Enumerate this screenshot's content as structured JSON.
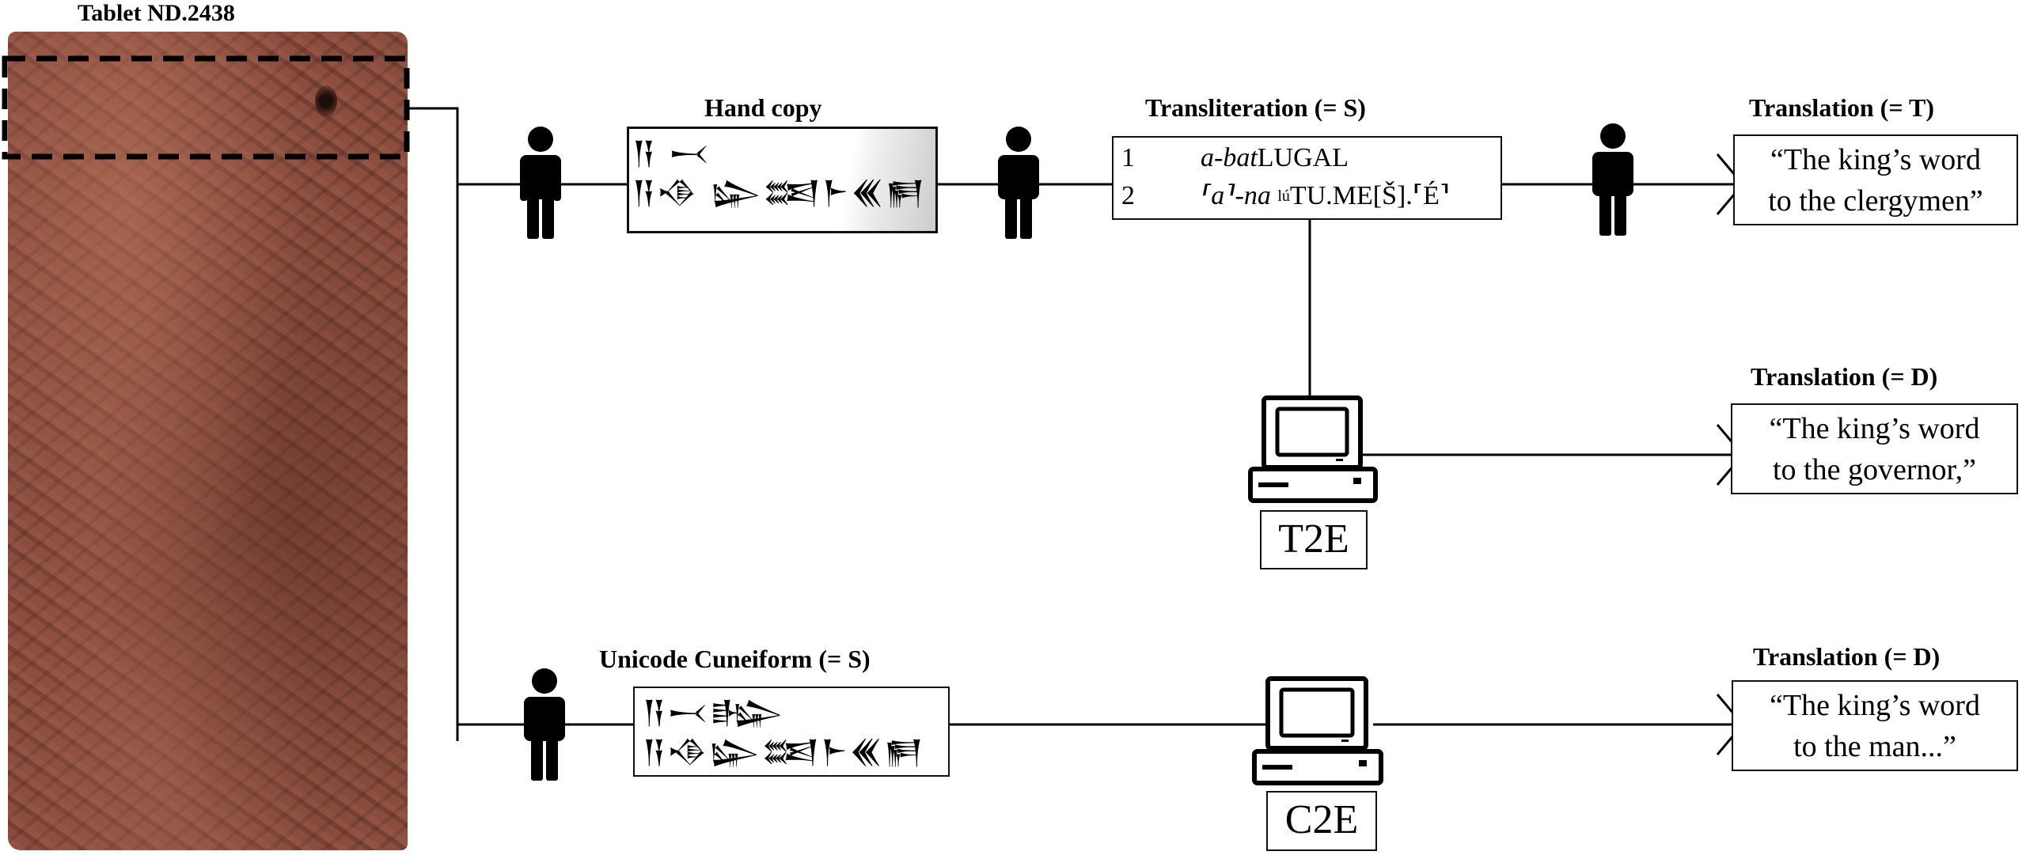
{
  "tablet": {
    "title": "Tablet ND.2438"
  },
  "hand_copy": {
    "title": "Hand copy",
    "lines": [
      "𒀀 𒁁",
      "𒀀𒈾 𒇽𒌅𒈨𒌍𒂍"
    ]
  },
  "transliteration": {
    "title": "Transliteration (= S)",
    "lines": [
      {
        "num": "1",
        "italic": "a-bat",
        "rest": " LUGAL"
      },
      {
        "num": "2",
        "italic": "⸢a⸣-na",
        "sup": "lú",
        "rest": "TU.ME[Š].⸢É⸣"
      }
    ]
  },
  "translation_t": {
    "title": "Translation (= T)",
    "lines": [
      "“The king’s word",
      "to the clergymen”"
    ]
  },
  "t2e": {
    "engine": "T2E",
    "title": "Translation (= D)",
    "lines": [
      "“The king’s word",
      "to the governor,”"
    ]
  },
  "unicode_cuneiform": {
    "title": "Unicode Cuneiform (= S)",
    "lines": [
      "𒀀𒁁𒈗",
      "𒀀𒈾𒇽𒌅𒈨𒌍𒂍"
    ]
  },
  "c2e": {
    "engine": "C2E",
    "title": "Translation (= D)",
    "lines": [
      "“The king’s word",
      "to the man...”"
    ]
  },
  "icons": {
    "human": "person-icon",
    "machine": "computer-icon",
    "arrow": "arrow-right-icon"
  }
}
